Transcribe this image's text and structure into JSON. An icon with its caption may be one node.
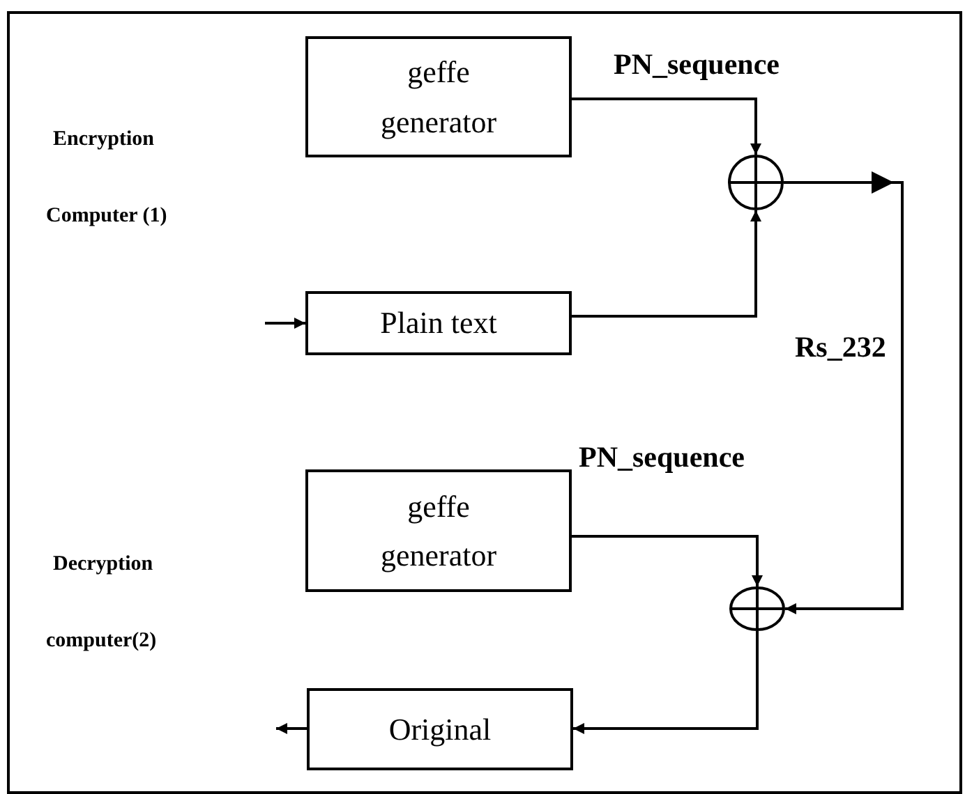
{
  "diagram": {
    "nodes": [
      {
        "text": [
          "geffe generator"
        ]
      },
      {
        "text": [],
        "shape": "circle"
      },
      {
        "text": [
          "Plain text"
        ]
      },
      {
        "text": [],
        "shape": "circle"
      },
      {
        "text": [
          "geffe generator"
        ]
      },
      {
        "text": [
          "Original"
        ]
      }
    ],
    "edges": [
      {
        "from": 0,
        "to": 1,
        "arrow": "to",
        "label": "PN_sequence"
      },
      {
        "from": 2,
        "to": 1,
        "arrow": "to"
      },
      {
        "from": null,
        "to": 2,
        "arrow": "to"
      },
      {
        "from": 1,
        "to": 3,
        "arrow": "to",
        "label": "Rs_232"
      },
      {
        "from": 4,
        "to": 3,
        "arrow": "to",
        "label": "PN_sequence"
      },
      {
        "from": 3,
        "to": 5,
        "arrow": "to"
      },
      {
        "from": 5,
        "to": null,
        "arrow": "to"
      }
    ],
    "labels": [
      "Encryption",
      "Computer (1)",
      "Decryption",
      "computer(2)"
    ]
  }
}
